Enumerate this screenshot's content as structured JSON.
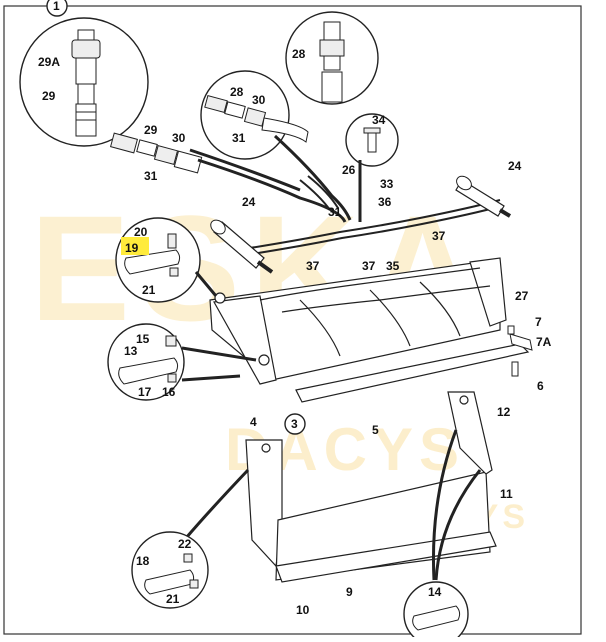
{
  "diagram": {
    "view_markers": [
      "1",
      "3"
    ],
    "highlight_color": "#ffeb3b",
    "watermark_color": "#f5c64a",
    "watermark_texts": [
      "ESKA",
      "DACYS",
      "DACYS"
    ],
    "callouts": [
      "29A",
      "29",
      "28",
      "28",
      "30",
      "31",
      "29",
      "30",
      "31",
      "34",
      "24",
      "26",
      "33",
      "36",
      "31",
      "24",
      "20",
      "19",
      "37",
      "37",
      "35",
      "37",
      "27",
      "21",
      "7",
      "7A",
      "15",
      "13",
      "6",
      "17",
      "16",
      "4",
      "5",
      "3",
      "12",
      "22",
      "18",
      "11",
      "21",
      "9",
      "10",
      "14"
    ],
    "highlighted_callout": "19"
  }
}
